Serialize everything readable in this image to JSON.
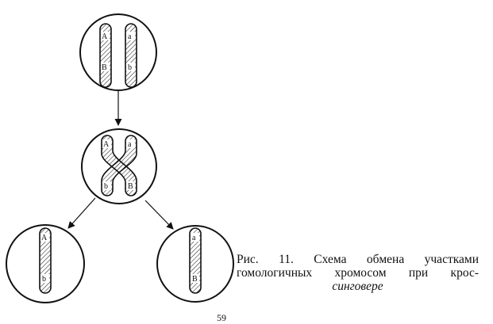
{
  "caption": {
    "line1": "Рис. 11. Схема обмена участками",
    "line2": "гомологичных хромосом при крос-",
    "line3": "синговере"
  },
  "genes": {
    "top_left_upper": "A",
    "top_left_lower": "B",
    "top_right_upper": "a",
    "top_right_lower": "b",
    "mid_left_upper": "A",
    "mid_left_lower": "b",
    "mid_right_upper": "a",
    "mid_right_lower": "B",
    "bottom_left_upper": "A",
    "bottom_left_lower": "b",
    "bottom_right_upper": "a",
    "bottom_right_lower": "B"
  },
  "page_number": "59"
}
